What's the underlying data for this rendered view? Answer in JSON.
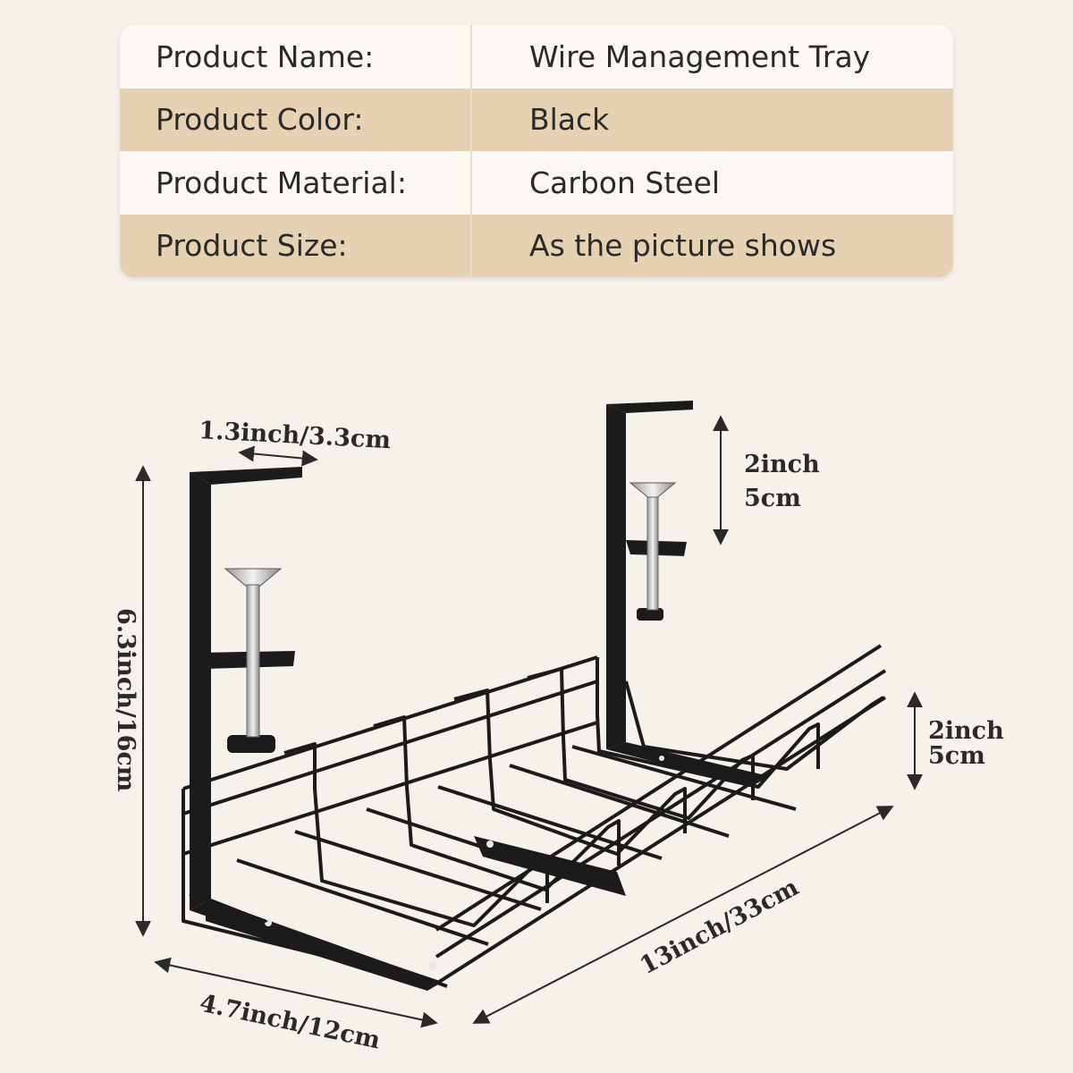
{
  "specs": [
    {
      "label": "Product Name:",
      "value": "Wire Management Tray"
    },
    {
      "label": "Product Color:",
      "value": "Black"
    },
    {
      "label": "Product Material:",
      "value": "Carbon Steel"
    },
    {
      "label": "Product Size:",
      "value": "As the picture shows"
    }
  ],
  "dimensions": {
    "clamp_width": "1.3inch/3.3cm",
    "clamp_opening_in": "2inch",
    "clamp_opening_cm": "5cm",
    "basket_height_in": "2inch",
    "basket_height_cm": "5cm",
    "total_height": "6.3inch/16cm",
    "depth": "4.7inch/12cm",
    "length": "13inch/33cm"
  },
  "colors": {
    "background": "#f6f1ea",
    "table_highlight": "#e6d2b3",
    "metal": "#1b1b1b"
  }
}
